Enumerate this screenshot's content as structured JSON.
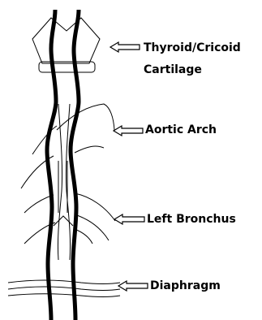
{
  "labels": {
    "thyroid_line1": "Thyroid/Cricoid",
    "thyroid_line2": "Cartilage",
    "aortic_arch": "Aortic Arch",
    "left_bronchus": "Left Bronchus",
    "diaphragm": "Diaphragm"
  },
  "colors": {
    "background": "#ffffff",
    "ink": "#000000"
  }
}
